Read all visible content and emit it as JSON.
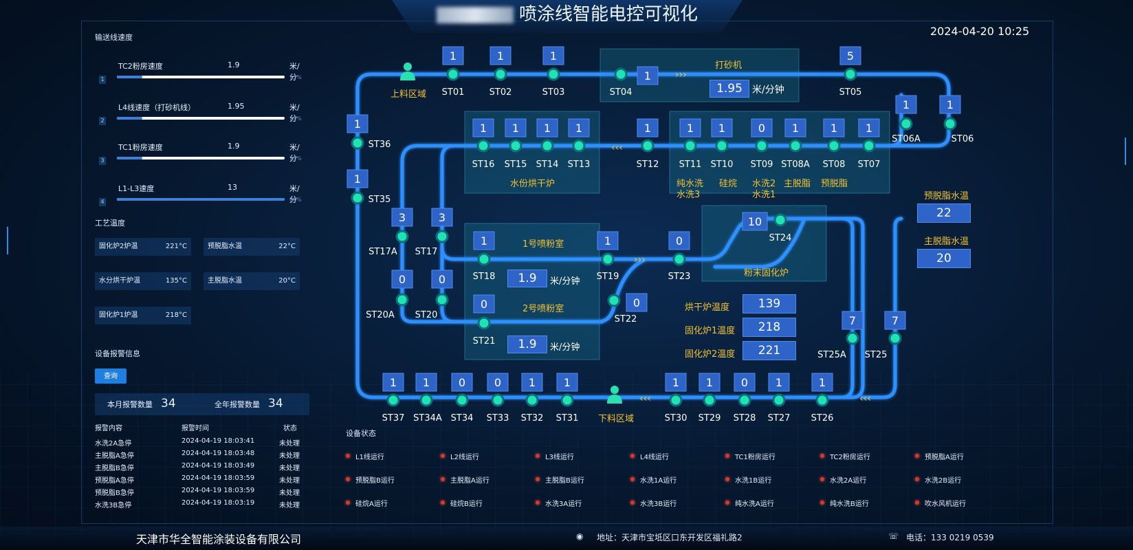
{
  "header": {
    "title": "喷涂线智能电控可视化",
    "datetime": "2024-04-20 10:25"
  },
  "left": {
    "speed_title": "输送线速度",
    "speeds": [
      {
        "idx": "1",
        "name": "TC2粉房速度",
        "value": "1.9",
        "unit": "米/分",
        "pct": "15%",
        "fill": 0.15
      },
      {
        "idx": "2",
        "name": "L4线速度（打砂机线）",
        "value": "1.95",
        "unit": "米/分",
        "pct": "15%",
        "fill": 0.15
      },
      {
        "idx": "3",
        "name": "TC1粉房速度",
        "value": "1.9",
        "unit": "米/分",
        "pct": "15%",
        "fill": 0.15
      },
      {
        "idx": "4",
        "name": "L1-L3速度",
        "value": "13",
        "unit": "米/分",
        "pct": "00%",
        "fill": 1.0
      }
    ],
    "temp_title": "工艺温度",
    "temps": [
      {
        "name": "固化炉2炉温",
        "value": "221°C"
      },
      {
        "name": "预脱脂水温",
        "value": "22°C"
      },
      {
        "name": "水分烘干炉温",
        "value": "135°C"
      },
      {
        "name": "主脱脂水温",
        "value": "20°C"
      },
      {
        "name": "固化炉1炉温",
        "value": "218°C"
      }
    ],
    "alarm_title": "设备报警信息",
    "query_label": "查询",
    "month_label": "本月报警数量",
    "month_value": "34",
    "year_label": "全年报警数量",
    "year_value": "34",
    "alarm_headers": [
      "报警内容",
      "报警时间",
      "状态"
    ],
    "alarms": [
      [
        "水洗2A急停",
        "2024-04-19 18:03:41",
        "未处理"
      ],
      [
        "主脱脂A急停",
        "2024-04-19 18:03:48",
        "未处理"
      ],
      [
        "主脱脂B急停",
        "2024-04-19 18:03:49",
        "未处理"
      ],
      [
        "预脱脂A急停",
        "2024-04-19 18:03:59",
        "未处理"
      ],
      [
        "预脱脂B急停",
        "2024-04-19 18:03:59",
        "未处理"
      ],
      [
        "水洗3B急停",
        "2024-04-19 18:03:19",
        "未处理"
      ]
    ]
  },
  "diagram": {
    "stations": [
      {
        "id": "ST01",
        "count": "1"
      },
      {
        "id": "ST02",
        "count": "1"
      },
      {
        "id": "ST03",
        "count": "1"
      },
      {
        "id": "ST04",
        "count": "1"
      },
      {
        "id": "ST05",
        "count": "5"
      },
      {
        "id": "ST06A",
        "count": "1"
      },
      {
        "id": "ST06",
        "count": "1"
      },
      {
        "id": "ST36",
        "count": "1"
      },
      {
        "id": "ST35",
        "count": "1"
      },
      {
        "id": "ST16",
        "count": "1"
      },
      {
        "id": "ST15",
        "count": "1"
      },
      {
        "id": "ST14",
        "count": "1"
      },
      {
        "id": "ST13",
        "count": "1"
      },
      {
        "id": "ST12",
        "count": "1"
      },
      {
        "id": "ST11",
        "count": "1"
      },
      {
        "id": "ST10",
        "count": "1"
      },
      {
        "id": "ST09",
        "count": "0"
      },
      {
        "id": "ST08A",
        "count": "1"
      },
      {
        "id": "ST08",
        "count": "1"
      },
      {
        "id": "ST07",
        "count": "1"
      },
      {
        "id": "ST17A",
        "count": "3"
      },
      {
        "id": "ST17",
        "count": "3"
      },
      {
        "id": "ST18",
        "count": "1"
      },
      {
        "id": "ST19",
        "count": "1"
      },
      {
        "id": "ST23",
        "count": "0"
      },
      {
        "id": "ST24",
        "count": "10"
      },
      {
        "id": "ST20A",
        "count": "0"
      },
      {
        "id": "ST20",
        "count": "0"
      },
      {
        "id": "ST21",
        "count": "0"
      },
      {
        "id": "ST22",
        "count": "0"
      },
      {
        "id": "ST25A",
        "count": "7"
      },
      {
        "id": "ST25",
        "count": "7"
      },
      {
        "id": "ST37",
        "count": "1"
      },
      {
        "id": "ST34A",
        "count": "1"
      },
      {
        "id": "ST34",
        "count": "0"
      },
      {
        "id": "ST33",
        "count": "0"
      },
      {
        "id": "ST32",
        "count": "1"
      },
      {
        "id": "ST31",
        "count": "1"
      },
      {
        "id": "ST30",
        "count": "1"
      },
      {
        "id": "ST29",
        "count": "1"
      },
      {
        "id": "ST28",
        "count": "0"
      },
      {
        "id": "ST27",
        "count": "1"
      },
      {
        "id": "ST26",
        "count": "1"
      }
    ],
    "zones": {
      "sander": "打砂机",
      "sander_speed": "1.95",
      "sander_unit": "米/分钟",
      "dry_oven": "水份烘干炉",
      "chem1": "纯水洗",
      "chem2": "硅烷",
      "chem3": "水洗2",
      "chem4": "主脱脂",
      "chem5": "预脱脂",
      "chem6": "水洗3",
      "chem7": "水洗1",
      "powder1": "1号喷粉室",
      "powder1_speed": "1.9",
      "powder1_unit": "米/分钟",
      "powder2": "2号喷粉室",
      "powder2_speed": "1.9",
      "powder2_unit": "米/分钟",
      "curing": "粉末固化炉",
      "load": "上料区域",
      "unload": "下料区域"
    },
    "readouts": [
      {
        "label": "烘干炉温度",
        "value": "139"
      },
      {
        "label": "固化炉1温度",
        "value": "218"
      },
      {
        "label": "固化炉2温度",
        "value": "221"
      }
    ],
    "water_temps": [
      {
        "label": "预脱脂水温",
        "value": "22"
      },
      {
        "label": "主脱脂水温",
        "value": "20"
      }
    ]
  },
  "equipment": {
    "title": "设备状态",
    "items": [
      "L1线运行",
      "L2线运行",
      "L3线运行",
      "L4线运行",
      "TC1粉房运行",
      "TC2粉房运行",
      "预脱脂A运行",
      "预脱脂B运行",
      "主脱脂A运行",
      "主脱脂B运行",
      "水洗1A运行",
      "水洗1B运行",
      "水洗2A运行",
      "水洗2B运行",
      "硅烷A运行",
      "硅烷B运行",
      "水洗3A运行",
      "水洗3B运行",
      "纯水洗A运行",
      "纯水洗B运行",
      "吹水风机运行"
    ]
  },
  "footer": {
    "company": "天津市华全智能涂装设备有限公司",
    "address": "地址：天津市宝坻区口东开发区福礼路2",
    "phone": "电话：133 0219 0539"
  }
}
